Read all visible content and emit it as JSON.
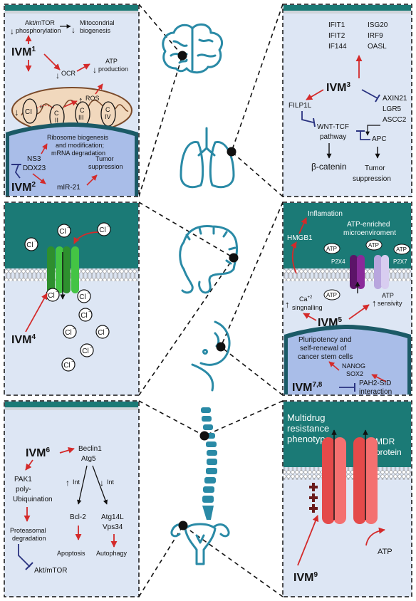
{
  "colors": {
    "panel_bg": "#dde6f4",
    "teal": "#1b7a76",
    "organ_stroke": "#2a8aa6",
    "arrow_red": "#d42a2a",
    "inhibit_blue": "#2a3380",
    "nucleus_blue": "#a9bde8",
    "mito_fill": "#f1d8bd",
    "channel_green": "#3ab53a",
    "p2x4_purple": "#7b1b8a",
    "p2x7_lilac": "#c7b7e6",
    "mdr_red": "#f06060",
    "plus_dark": "#6a1b1b"
  },
  "organs": [
    "brain-icon",
    "lung-icon",
    "colon-icon",
    "breast-icon",
    "spine-icon",
    "uterus-icon"
  ],
  "panel1": {
    "akt_label": "Akt/mTOR",
    "phos_label": "phosphorylation",
    "mito_label": "Mitocondrial",
    "biogenesis_label": "biogenesis",
    "ivm": "IVM",
    "ivm_sup": "1",
    "ocr": "OCR",
    "atp1": "ATP",
    "atp2": "production",
    "ros": "ROS",
    "ci": "CI",
    "electron": "e",
    "electron_sup": "-",
    "c": "C",
    "ii": "II",
    "iii": "III",
    "civ": "C IV",
    "nucleus_title1": "Ribosome biogenesis",
    "nucleus_title2": "and modification;",
    "nucleus_title3": "mRNA degradation",
    "ns3": "NS3",
    "ddx23": "DDX23",
    "ivm2": "IVM",
    "ivm2_sup": "2",
    "mir21": "mIR-21",
    "tumor1": "Tumor",
    "tumor2": "suppression"
  },
  "panel2": {
    "ifit1": "IFIT1",
    "ifit2": "IFIT2",
    "if144": "IF144",
    "isg20": "ISG20",
    "irf9": "IRF9",
    "oasl": "OASL",
    "ivm": "IVM",
    "ivm_sup": "3",
    "filp1l": "FILP1L",
    "axin21": "AXIN21",
    "lgr5": "LGR5",
    "ascc2": "ASCC2",
    "wnt": "WNT-TCF",
    "pathway": "pathway",
    "apc": "APC",
    "bcat": "β-catenin",
    "tumor1": "Tumor",
    "tumor2": "suppression"
  },
  "panel3": {
    "cl": "Cl",
    "cl_sup": "−",
    "ivm": "IVM",
    "ivm_sup": "4"
  },
  "panel4": {
    "inflam": "Inflamation",
    "hmgb1": "HMGB1",
    "atp_env1": "ATP-enriched",
    "atp_env2": "microenviroment",
    "atp": "ATP",
    "p2x4": "P2X4",
    "p2x7": "P2X7",
    "ca1": "Ca",
    "ca_sup": "+2",
    "ca2": "singnalling",
    "atp_sens1": "ATP",
    "atp_sens2": "sensivity",
    "ivm5": "IVM",
    "ivm5_sup": "5",
    "plur1": "Pluripotency and",
    "plur2": "self-renewal of",
    "plur3": "cancer stem cells",
    "nanog": "NANOG",
    "sox2": "SOX2",
    "ivm78": "IVM",
    "ivm78_sup": "7,8",
    "pah1": "PAH2-SID",
    "pah2": "interaction"
  },
  "panel5": {
    "ivm": "IVM",
    "ivm_sup": "6",
    "beclin": "Beclin1",
    "atg5": "Atg5",
    "pak1": "PAK1",
    "poly": "poly-",
    "ubiq": "Ubiquination",
    "int": "Int",
    "bcl2": "Bcl-2",
    "atg14": "Atg14L",
    "vps34": "Vps34",
    "prot1": "Proteasomal",
    "prot2": "degradation",
    "apoptosis": "Apoptosis",
    "autophagy": "Autophagy",
    "akt": "Akt/mTOR"
  },
  "panel6": {
    "mdr1": "Multidrug",
    "mdr2": "resistance",
    "mdr3": "phenotype",
    "prot1": "MDR",
    "prot2": "protein",
    "atp": "ATP",
    "ivm": "IVM",
    "ivm_sup": "9"
  }
}
